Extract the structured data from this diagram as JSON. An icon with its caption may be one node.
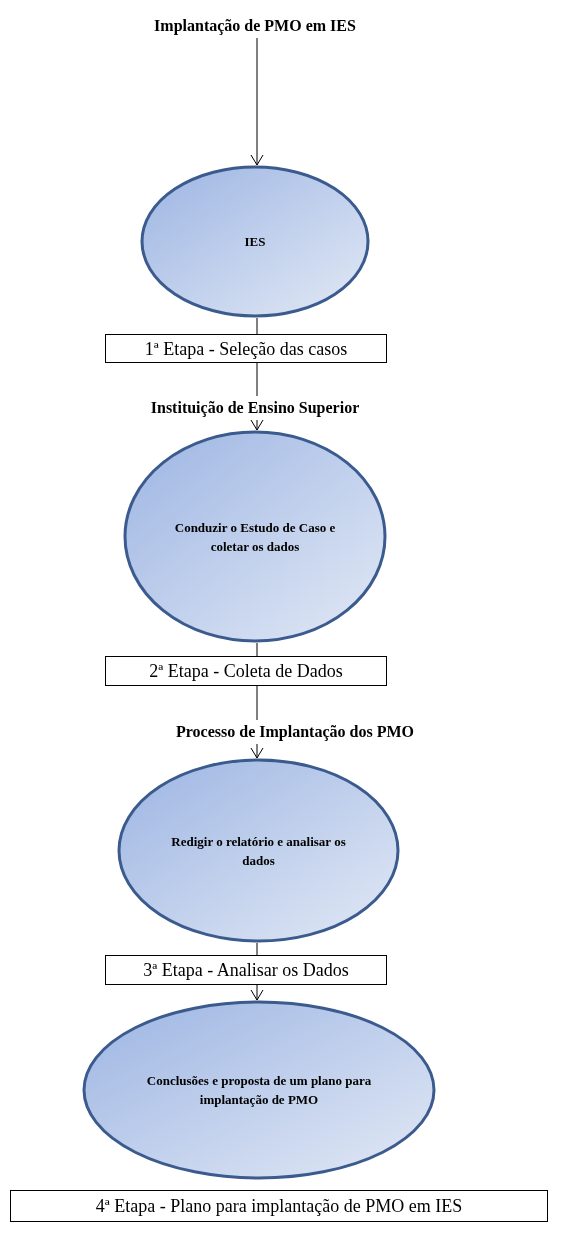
{
  "diagram": {
    "nodes": [
      {
        "text": [
          "Implantação de PMO em IES"
        ]
      },
      {
        "text": [
          "IES"
        ]
      },
      {
        "text": [
          "1ª Etapa - Seleção das casos"
        ]
      },
      {
        "text": [
          "Instituição de Ensino Superior"
        ]
      },
      {
        "text": [
          "Conduzir o Estudo de Caso e coletar os dados"
        ]
      },
      {
        "text": [
          "2ª Etapa - Coleta de Dados"
        ]
      },
      {
        "text": [
          "Processo de Implantação dos PMO"
        ]
      },
      {
        "text": [
          "Redigir o relatório e analisar os dados"
        ]
      },
      {
        "text": [
          "3ª Etapa - Analisar os Dados"
        ]
      },
      {
        "text": [
          "Conclusões e proposta de um plano para implantação de PMO"
        ]
      },
      {
        "text": [
          "4ª Etapa - Plano para implantação de PMO em IES"
        ]
      }
    ],
    "edges": [
      {
        "from": 0,
        "to": 1,
        "arrow": "to"
      },
      {
        "from": 1,
        "to": 2,
        "arrow": "none"
      },
      {
        "from": 2,
        "to": 3,
        "arrow": "none"
      },
      {
        "from": 3,
        "to": 4,
        "arrow": "to"
      },
      {
        "from": 4,
        "to": 5,
        "arrow": "none"
      },
      {
        "from": 5,
        "to": 6,
        "arrow": "none"
      },
      {
        "from": 6,
        "to": 7,
        "arrow": "to"
      },
      {
        "from": 7,
        "to": 8,
        "arrow": "none"
      },
      {
        "from": 8,
        "to": 9,
        "arrow": "to"
      }
    ]
  }
}
